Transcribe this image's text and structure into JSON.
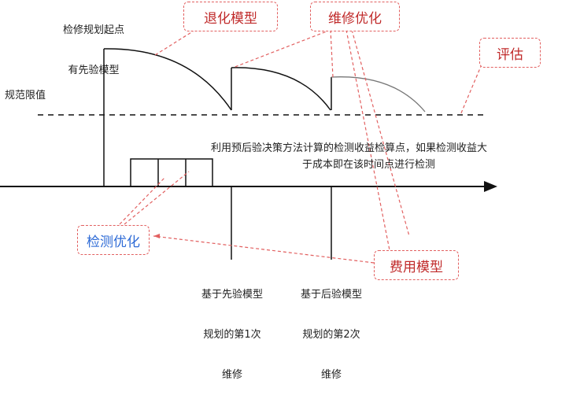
{
  "top_note": [
    "检修规划起点",
    "有先验模型"
  ],
  "norm_limit_label": "规范限值",
  "callouts": {
    "degradation": "退化模型",
    "maintenance_opt": "维修优化",
    "evaluation": "评估",
    "inspection_opt": "检测优化",
    "cost_model": "费用模型"
  },
  "annotation": [
    "利用预后验决策方法计算的检测收益检算点，如果检测收益大",
    "于成本即在该时间点进行检测"
  ],
  "first_maint": [
    "基于先验模型",
    "规划的第1次",
    "维修"
  ],
  "second_maint": [
    "基于后验模型",
    "规划的第2次",
    "维修"
  ],
  "colors": {
    "callout_border": "#e26060",
    "callout_text": "#c02a2a",
    "blue_text": "#2e6bd6",
    "line": "#111111"
  }
}
